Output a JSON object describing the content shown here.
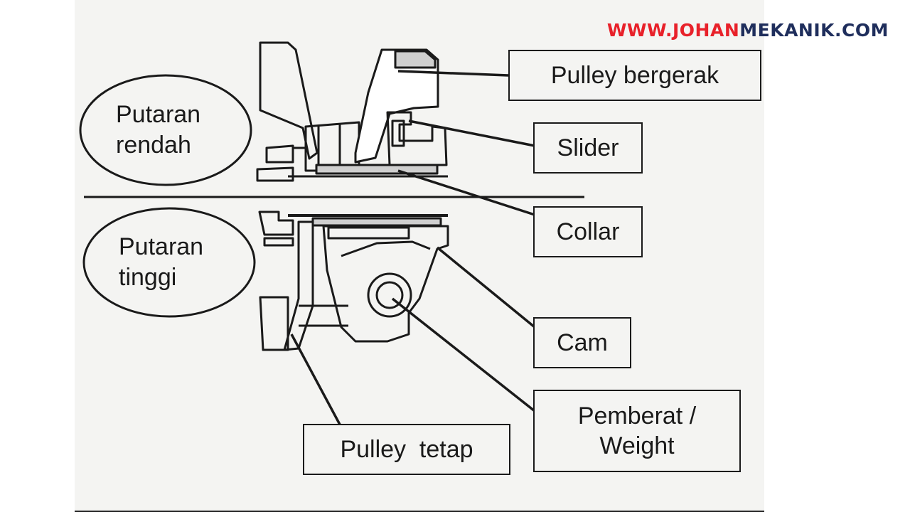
{
  "watermark": {
    "part1": "WWW.JOHAN",
    "part2": "MEKANIK.COM"
  },
  "states": {
    "low": {
      "line1": "Putaran",
      "line2": "rendah"
    },
    "high": {
      "line1": "Putaran",
      "line2": "tinggi"
    }
  },
  "labels": {
    "pulley_bergerak": "Pulley bergerak",
    "slider": "Slider",
    "collar": "Collar",
    "cam": "Cam",
    "pemberat_line1": "Pemberat /",
    "pemberat_line2": "Weight",
    "pulley_tetap": "Pulley  tetap"
  },
  "colors": {
    "watermark_red": "#e8212a",
    "watermark_blue": "#1f2e5c",
    "ink": "#1a1a1a",
    "paper": "#f4f4f2"
  }
}
